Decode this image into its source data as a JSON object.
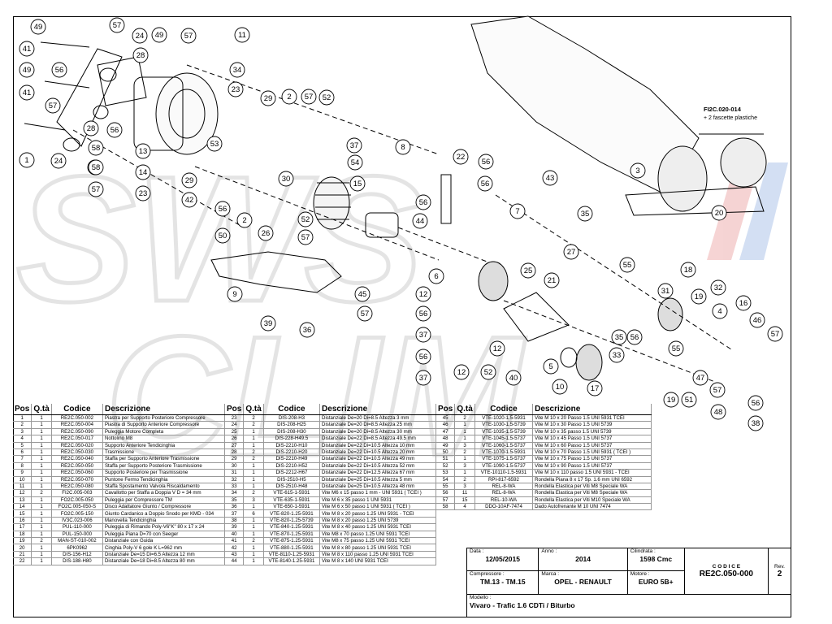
{
  "watermark": {
    "text": "SWS",
    "text2": "CLIM",
    "colors": [
      "#d9d9d9",
      "#e8b4b4",
      "#b4c8e8"
    ]
  },
  "drawing": {
    "fascette_code": "FI2C.020-014",
    "fascette_note": "+ 2 fascette plastiche"
  },
  "callouts": [
    "49",
    "57",
    "24",
    "49",
    "57",
    "11",
    "41",
    "56",
    "28",
    "34",
    "49",
    "23",
    "41",
    "57",
    "29",
    "2",
    "57",
    "52",
    "28",
    "53",
    "37",
    "8",
    "22",
    "56",
    "43",
    "56",
    "58",
    "13",
    "57",
    "54",
    "30",
    "15",
    "3",
    "56",
    "14",
    "1",
    "24",
    "58",
    "57",
    "23",
    "29",
    "42",
    "56",
    "2",
    "52",
    "44",
    "7",
    "35",
    "20",
    "50",
    "26",
    "57",
    "12",
    "56",
    "27",
    "55",
    "9",
    "45",
    "6",
    "25",
    "18",
    "21",
    "31",
    "32",
    "39",
    "36",
    "57",
    "12",
    "56",
    "37",
    "35",
    "19",
    "4",
    "16",
    "56",
    "37",
    "12",
    "56",
    "46",
    "57",
    "52",
    "40",
    "5",
    "33",
    "55",
    "47",
    "10",
    "17",
    "19",
    "51",
    "57",
    "56",
    "48",
    "38"
  ],
  "table_headers": {
    "pos": "Pos",
    "qta": "Q.tà",
    "codice": "Codice",
    "descrizione": "Descrizione"
  },
  "table1": [
    [
      "1",
      "1",
      "RE2C.050-002",
      "Piastra per Supporto Posteriore Compressore"
    ],
    [
      "2",
      "1",
      "RE2C.050-004",
      "Piastra di Supporto Anteriore Compressore"
    ],
    [
      "3",
      "1",
      "RE2C.050-090",
      "Puleggia Motore Completa"
    ],
    [
      "4",
      "1",
      "RE2C.050-017",
      "Nottolino M8"
    ],
    [
      "5",
      "1",
      "RE2C.050-020",
      "Supporto Anteriore Tendicinghia"
    ],
    [
      "6",
      "1",
      "RE2C.050-030",
      "Trasmissione"
    ],
    [
      "7",
      "1",
      "RE2C.050-040",
      "Staffa per Supporto Anteriore Trasmissione"
    ],
    [
      "8",
      "1",
      "RE2C.050-050",
      "Staffa per Supporto Posteriore Trasmissione"
    ],
    [
      "9",
      "1",
      "RE2C.050-060",
      "Supporto Posteriore per Trasmissione"
    ],
    [
      "10",
      "1",
      "RE2C.050-070",
      "Puntone Fermo Tendicinghia"
    ],
    [
      "11",
      "1",
      "RE2C.050-080",
      "Staffa Spostamento Valvola Riscaldamento"
    ],
    [
      "12",
      "2",
      "FI2C.005-003",
      "Cavallotto per Staffa a Doppia V D = 34 mm"
    ],
    [
      "13",
      "1",
      "FO2C.005-050",
      "Puleggia per Compressore TM"
    ],
    [
      "14",
      "1",
      "FO2C.005-050-S",
      "Disco Adattatore Giunto / Compressore"
    ],
    [
      "15",
      "1",
      "FO2C.005-150",
      "Giunto Cardanico a Doppio Snodo per KMD - 034"
    ],
    [
      "16",
      "1",
      "IV3C.023-006",
      "Manovella Tendicinghia"
    ],
    [
      "17",
      "1",
      "PUL-110-000",
      "Puleggia di Rimando Poly-V6\"K\" 80 x 17 x 24"
    ],
    [
      "18",
      "1",
      "PUL-150-000",
      "Puleggia Piana D=70 con Seeger"
    ],
    [
      "19",
      "2",
      "MAN-ST-010-002",
      "Distanziale con Guida"
    ],
    [
      "20",
      "1",
      "6PK0962",
      "Cinghia Poly-V 6 gole K L=962 mm"
    ],
    [
      "21",
      "1",
      "DIS-156-H12",
      "Distanziale De=15 Di=6.5 Altezza 12 mm"
    ],
    [
      "22",
      "1",
      "DIS-188-H80",
      "Distanziale De=18 Di=8.5 Altezza 80 mm"
    ]
  ],
  "table2": [
    [
      "23",
      "2",
      "DIS-208-H3",
      "Distanziale De=20 Di=8.5 Altezza 3 mm"
    ],
    [
      "24",
      "2",
      "DIS-208-H25",
      "Distanziale De=20 Di=8.5 Altezza 25 mm"
    ],
    [
      "25",
      "1",
      "DIS-208-H30",
      "Distanziale De=20 Di=8.5 Altezza 30 mm"
    ],
    [
      "26",
      "1",
      "DIS-228-H49.5",
      "Distanziale De=22 Di=8.5 Altezza 49.5 mm"
    ],
    [
      "27",
      "1",
      "DIS-2210-H10",
      "Distanziale De=22 Di=10.5 Altezza 10 mm"
    ],
    [
      "28",
      "2",
      "DIS-2210-H20",
      "Distanziale De=22 Di=10.5 Altezza 20 mm"
    ],
    [
      "29",
      "2",
      "DIS-2210-H49",
      "Distanziale De=22 Di=10.5 Altezza 49 mm"
    ],
    [
      "30",
      "1",
      "DIS-2210-H52",
      "Distanziale De=22 Di=10.5 Altezza 52 mm"
    ],
    [
      "31",
      "1",
      "DIS-2212-H67",
      "Distanziale De=22 Di=12.5 Altezza 67 mm"
    ],
    [
      "32",
      "1",
      "DIS-2510-H5",
      "Distanziale De=25 Di=10.5 Altezza 5 mm"
    ],
    [
      "33",
      "1",
      "DIS-2510-H48",
      "Distanziale De=25 Di=10.5 Altezza 48 mm"
    ],
    [
      "34",
      "2",
      "VTE-615-1-5931",
      "Vite M6 x 15 passo 1 mm - UNI 5931 ( TCEI )"
    ],
    [
      "35",
      "3",
      "VTE-635-1-5931",
      "Vite M 6 x 35 passo 1 UNI 5931"
    ],
    [
      "36",
      "1",
      "VTE-650-1-5931",
      "Vite M 6 x 50 passo 1 UNI 5931 ( TCEI )"
    ],
    [
      "37",
      "6",
      "VTE-820-1.25-5931",
      "Vite M 8 x 20 passo 1.25 UNI 5931 - TCEI"
    ],
    [
      "38",
      "1",
      "VTE-820-1.25-5739",
      "Vite M 8 x 20 passo 1.25 UNI 5739"
    ],
    [
      "39",
      "1",
      "VTE-840-1.25-5931",
      "Vite M 8 x 40 passo 1.25 UNI 5931 TCEI"
    ],
    [
      "40",
      "1",
      "VTE-870-1.25-5931",
      "Vite M8 x 70 passo 1.25 UNI 5931 TCEI"
    ],
    [
      "41",
      "2",
      "VTE-875-1.25-5931",
      "Vite M8 x 75 passo 1.25 UNI 5931 TCEI"
    ],
    [
      "42",
      "1",
      "VTE-880-1.25-5931",
      "Vite M 8 x 80 passo 1.25 UNI 5931 TCEI"
    ],
    [
      "43",
      "1",
      "VTE-8110-1.25-5931",
      "Vite M 8 x 110 passo 1.25 UNI 5931 TCEI"
    ],
    [
      "44",
      "1",
      "VTE-8140-1.25-5931",
      "Vite M 8 x 140 UNI 5931 TCEI"
    ]
  ],
  "table3": [
    [
      "45",
      "2",
      "VTE-1020-1.5-5931",
      "Vite M 10 x 20 Passo 1.5 UNI 5931 TCEI"
    ],
    [
      "46",
      "1",
      "VTE-1030-1.5-5739",
      "Vite M 10 x 30 Passo 1.5 UNI 5739"
    ],
    [
      "47",
      "1",
      "VTE-1035-1.5-5739",
      "Vite M 10 x 35 passo 1.5 UNI 5739"
    ],
    [
      "48",
      "1",
      "VTE-1045-1.5-5737",
      "Vite M 10 x 45 Passo 1.5 UNI 5737"
    ],
    [
      "49",
      "3",
      "VTE-1060-1.5-5737",
      "Vite M 10 x 60 Passo 1.5 UNI 5737"
    ],
    [
      "50",
      "2",
      "VTE-1070-1.5-5931",
      "Vite M 10 x 70 Passo 1.5 UNI 5931 ( TCEI )"
    ],
    [
      "51",
      "1",
      "VTE-1075-1.5-5737",
      "Vite M 10 x 75 Passo 1.5 UNI 5737"
    ],
    [
      "52",
      "3",
      "VTE-1090-1.5-5737",
      "Vite M 10 x 90 Passo 1.5 UNI 5737"
    ],
    [
      "53",
      "1",
      "VTE-10110-1.5-5931",
      "Vite M 10 x 110 passo 1.5 UNI 5931 - TCEI"
    ],
    [
      "54",
      "2",
      "RPI-817-6592",
      "Rondella Piana 8 x 17 Sp. 1.6 mm UNI 6592"
    ],
    [
      "55",
      "3",
      "REL-8-WA",
      "Rondella Elastica per Viti M8 Speciale WA"
    ],
    [
      "56",
      "11",
      "REL-8-WA",
      "Rondella Elastica per Viti M8 Speciale WA"
    ],
    [
      "57",
      "15",
      "REL-10-WA",
      "Rondella Elastica per Viti M10 Speciale WA"
    ],
    [
      "58",
      "4",
      "DDO-10AF-7474",
      "Dado Autofrenante M 10 UNI 7474"
    ]
  ],
  "title_block": {
    "data_label": "Data :",
    "data": "12/05/2015",
    "anno_label": "Anno :",
    "anno": "2014",
    "cil_label": "Cilindrata :",
    "cil": "1598 Cmc",
    "codice_label": "C O D I C E",
    "codice": "RE2C.050-000",
    "rev_label": "Rev.",
    "rev": "2",
    "comp_label": "Compressore :",
    "comp": "TM.13 - TM.15",
    "marca_label": "Marca :",
    "marca": "OPEL - RENAULT",
    "motore_label": "Motore :",
    "motore": "EURO 5B+",
    "modello_label": "Modello :",
    "modello": "Vivaro - Trafic 1.6 CDTi / Biturbo"
  }
}
